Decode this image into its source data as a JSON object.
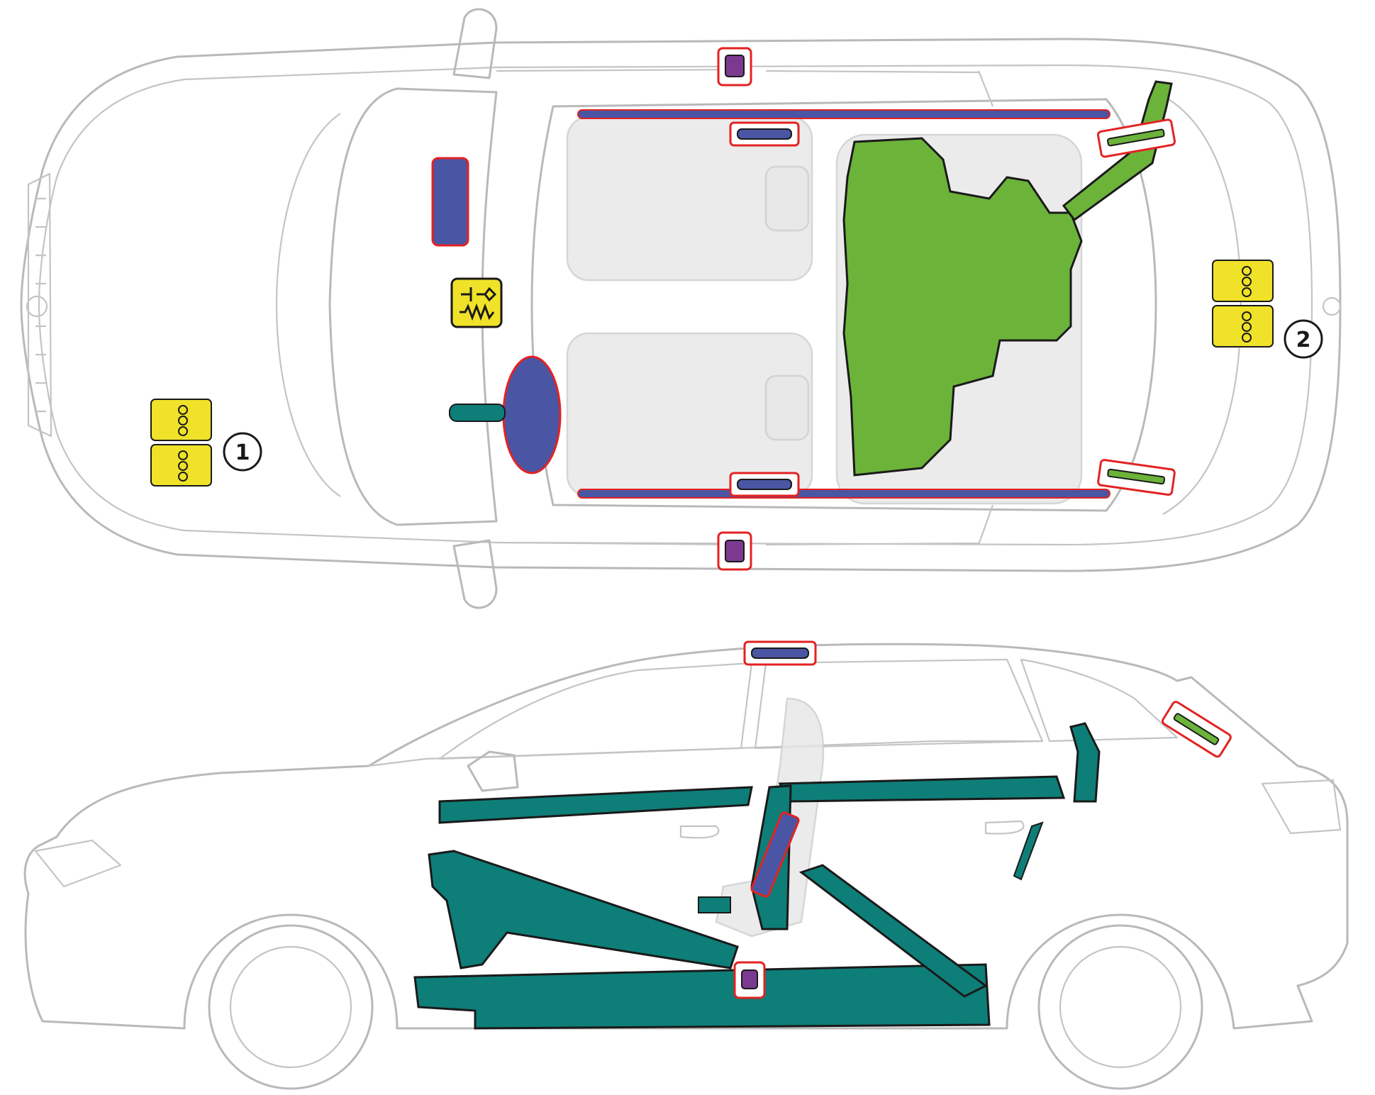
{
  "markers": [
    {
      "id": "marker-1",
      "label": "1"
    },
    {
      "id": "marker-2",
      "label": "2"
    }
  ],
  "colors": {
    "outline": "#b9b9b9",
    "seat": "#e8e8e8",
    "airbag": "#4a55a3",
    "gas_generator": "#7b3a8f",
    "seatbelt_tensioner": "#1aa046",
    "reinforcement": "#0e7e78",
    "battery_label": "#f0e229",
    "green_component": "#6cb33a",
    "highlight": "#e32222"
  },
  "icons": [
    "battery-label-icon",
    "hv-component-icon",
    "airbag-icon",
    "gas-generator-icon",
    "seatbelt-tensioner-icon"
  ]
}
